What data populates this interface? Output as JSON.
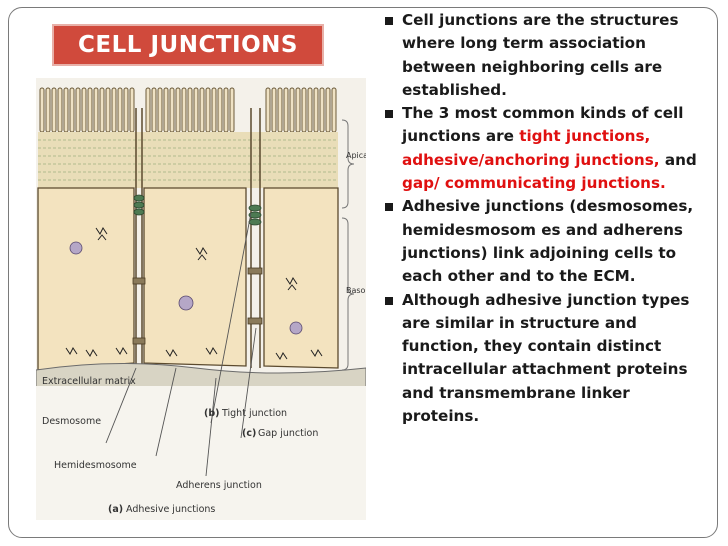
{
  "slide": {
    "title": "CELL JUNCTIONS",
    "colors": {
      "title_bg": "#d04a3c",
      "highlight": "#e01010"
    }
  },
  "bullets": [
    {
      "text": "Cell junctions are the structures where long term association between neighboring cells are established."
    },
    {
      "pre": "The 3 most common kinds of cell junctions are ",
      "hl1": "tight junctions, adhesive/anchoring junctions,",
      "mid": " and ",
      "hl2": "gap/ communicating junctions."
    },
    {
      "text": "Adhesive junctions (desmosomes, hemidesmosom es and adherens junctions) link adjoining cells to each other and to the ECM."
    },
    {
      "text": " Although adhesive junction types are similar in structure and function, they contain distinct intracellular attachment proteins and transmembrane linker proteins."
    }
  ],
  "figure": {
    "apical": "Apical region",
    "basolateral": "Basolateral region",
    "ecm": "Extracellular matrix",
    "desmosome": "Desmosome",
    "hemidesmosome": "Hemidesmosome",
    "adherens": "Adherens junction",
    "tight_tag": "(b)",
    "tight": "Tight junction",
    "gap_tag": "(c)",
    "gap": "Gap junction",
    "adhesive_tag": "(a)",
    "adhesive": "Adhesive junctions"
  }
}
